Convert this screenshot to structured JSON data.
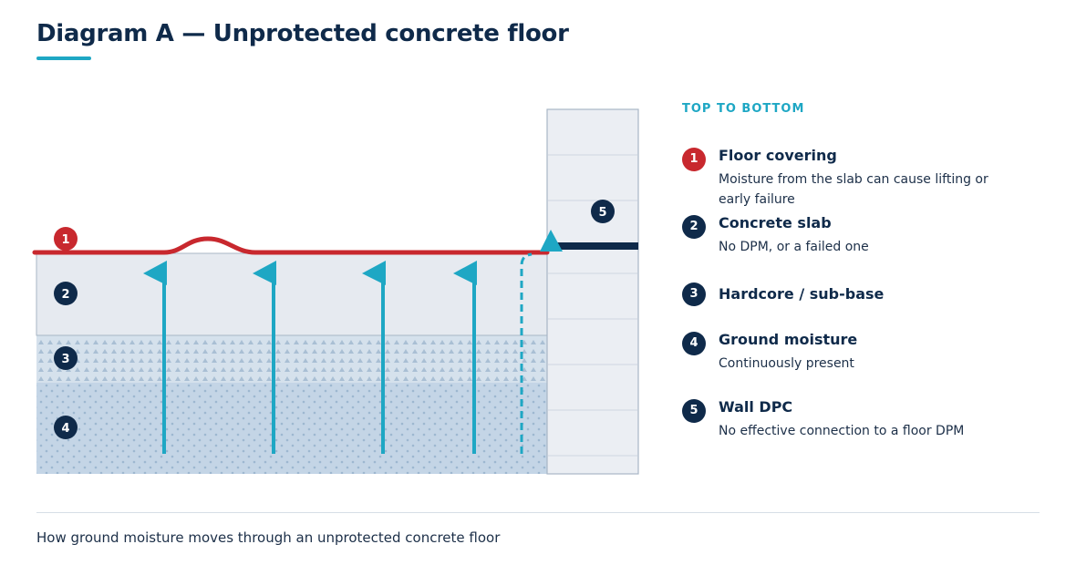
{
  "title": "Diagram A — Unprotected concrete floor",
  "legend": {
    "heading": "TOP TO BOTTOM",
    "items": [
      {
        "number": "1",
        "name": "Floor covering",
        "description": "Moisture from the slab can cause lifting or early failure"
      },
      {
        "number": "2",
        "name": "Concrete slab",
        "description": "No DPM, or a failed one"
      },
      {
        "number": "3",
        "name": "Hardcore / sub-base",
        "description": ""
      },
      {
        "number": "4",
        "name": "Ground moisture",
        "description": "Continuously present"
      },
      {
        "number": "5",
        "name": "Wall DPC",
        "description": "No effective connection to a floor DPM"
      }
    ]
  },
  "diagram_markers": [
    "1",
    "2",
    "3",
    "4",
    "5"
  ],
  "caption": "How ground moisture moves through an unprotected concrete floor",
  "colors": {
    "navy": "#0f2a4a",
    "accent": "#1ea7c4",
    "floor_covering": "#c8282e",
    "slab": "#e6eaf0",
    "hardcore": "#d5e1ec",
    "ground": "#c4d5e6",
    "wall": "#ebeef3"
  }
}
